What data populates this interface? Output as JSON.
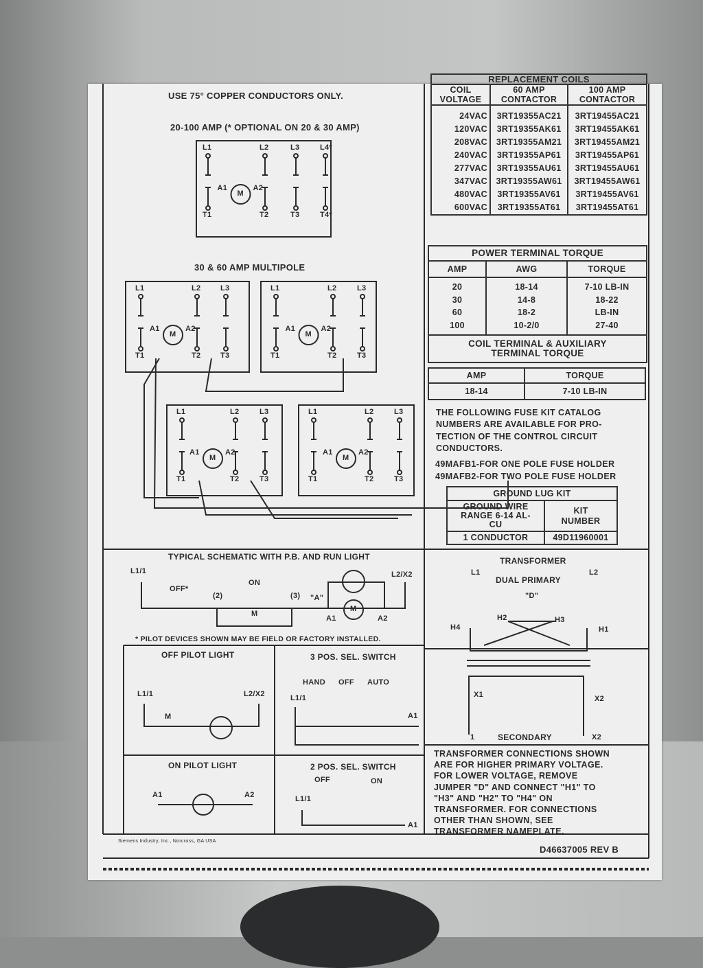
{
  "header": {
    "conductors_note": "USE 75° COPPER CONDUCTORS ONLY.",
    "diagram1_title": "20-100 AMP (* OPTIONAL ON 20 & 30 AMP)",
    "diagram2_title": "30 & 60 AMP MULTIPOLE"
  },
  "terminals": {
    "L1": "L1",
    "L2": "L2",
    "L3": "L3",
    "L4": "L4*",
    "T1": "T1",
    "T2": "T2",
    "T3": "T3",
    "T4": "T4*",
    "A1": "A1",
    "A2": "A2",
    "M": "M"
  },
  "replacement_coils": {
    "title": "REPLACEMENT COILS",
    "headers": [
      "COIL VOLTAGE",
      "60 AMP CONTACTOR",
      "100 AMP CONTACTOR"
    ],
    "voltages": "24VAC\n120VAC\n208VAC\n240VAC\n277VAC\n347VAC\n480VAC\n600VAC",
    "contactor_60": "3RT19355AC21\n3RT19355AK61\n3RT19355AM21\n3RT19355AP61\n3RT19355AU61\n3RT19355AW61\n3RT19355AV61\n3RT19355AT61",
    "contactor_100": "3RT19455AC21\n3RT19455AK61\n3RT19455AM21\n3RT19455AP61\n3RT19455AU61\n3RT19455AW61\n3RT19455AV61\n3RT19455AT61"
  },
  "power_terminal_torque": {
    "title": "POWER TERMINAL TORQUE",
    "headers": [
      "AMP",
      "AWG",
      "TORQUE"
    ],
    "amp": "20\n30\n60\n100",
    "awg": "18-14\n14-8\n18-2\n10-2/0",
    "torque": "7-10 LB-IN\n18-22\nLB-IN\n27-40"
  },
  "coil_terminal_torque": {
    "title": "COIL TERMINAL & AUXILIARY TERMINAL TORQUE",
    "headers": [
      "AMP",
      "TORQUE"
    ],
    "row": [
      "18-14",
      "7-10 LB-IN"
    ]
  },
  "fuse_kit": {
    "text": "THE FOLLOWING FUSE KIT CATALOG NUMBERS ARE AVAILABLE FOR PRO-TECTION OF THE CONTROL CIRCUIT CONDUCTORS.",
    "one_pole": "49MAFB1-FOR ONE POLE FUSE HOLDER",
    "two_pole": "49MAFB2-FOR TWO POLE FUSE HOLDER"
  },
  "ground_lug_kit": {
    "title": "GROUND LUG KIT",
    "headers": [
      "GROUND WIRE RANGE 6-14 AL-CU",
      "KIT NUMBER"
    ],
    "row": [
      "1 CONDUCTOR",
      "49D11960001"
    ]
  },
  "schematic": {
    "title": "TYPICAL SCHEMATIC WITH P.B. AND RUN LIGHT",
    "l1": "L1/1",
    "l2": "L2/X2",
    "off": "OFF*",
    "on": "ON",
    "n2": "(2)",
    "n3": "(3)",
    "a": "\"A\"",
    "m": "M",
    "a1": "A1",
    "a2": "A2",
    "footnote": "* PILOT DEVICES SHOWN MAY BE FIELD OR FACTORY INSTALLED."
  },
  "off_pilot": {
    "title": "OFF PILOT LIGHT",
    "l1": "L1/1",
    "l2": "L2/X2",
    "m": "M"
  },
  "on_pilot": {
    "title": "ON PILOT LIGHT",
    "a1": "A1",
    "a2": "A2"
  },
  "sel3": {
    "title": "3 POS. SEL. SWITCH",
    "hand": "HAND",
    "off": "OFF",
    "auto": "AUTO",
    "l1": "L1/1",
    "a1": "A1"
  },
  "sel2": {
    "title": "2 POS. SEL. SWITCH",
    "off": "OFF",
    "on": "ON",
    "l1": "L1/1",
    "a1": "A1"
  },
  "transformer": {
    "title": "TRANSFORMER",
    "dual": "DUAL PRIMARY",
    "d": "\"D\"",
    "l1": "L1",
    "l2": "L2",
    "h1": "H1",
    "h2": "H2",
    "h3": "H3",
    "h4": "H4",
    "x1": "X1",
    "x2": "X2",
    "one": "1",
    "secondary": "SECONDARY",
    "note": "TRANSFORMER CONNECTIONS SHOWN ARE FOR HIGHER PRIMARY VOLTAGE. FOR LOWER VOLTAGE, REMOVE JUMPER \"D\" AND CONNECT \"H1\" TO \"H3\" AND \"H2\" TO \"H4\" ON TRANSFORMER. FOR CONNECTIONS OTHER THAN SHOWN, SEE TRANSFORMER NAMEPLATE."
  },
  "footer": {
    "manufacturer": "Siemens Industry, Inc., Norcross, GA USA",
    "doc_number": "D46637005 REV B"
  }
}
